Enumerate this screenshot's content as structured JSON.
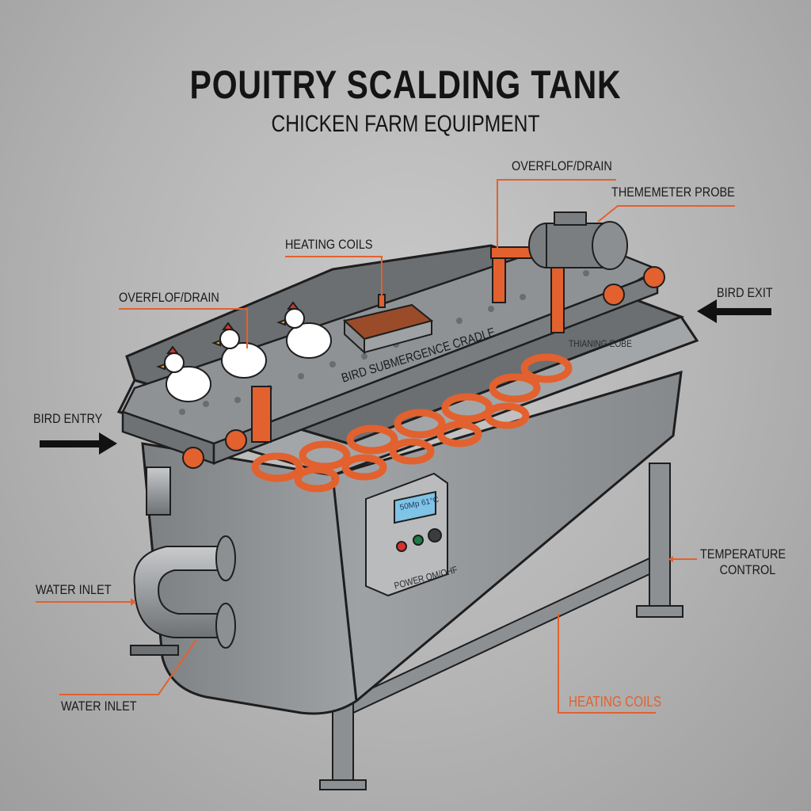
{
  "header": {
    "title": "POUITRY SCALDING TANK",
    "subtitle": "CHICKEN FARM EQUIPMENT"
  },
  "labels": {
    "overflow_drain_top": "OVERFLOF/DRAIN",
    "thermometer_probe": "THEMEMETER PROBE",
    "heating_coils_top": "HEATING COILS",
    "overflow_drain_left": "OVERFLOF/DRAIN",
    "bird_exit": "BIRD EXIT",
    "thaning_eobe": "THIANING EOBE",
    "bird_submergence_cradle": "BIRD SUBMERGENCE CRADLE",
    "bird_entry": "BIRD ENTRY",
    "temperature_control": [
      "TEMPERATURE",
      "CONTROL"
    ],
    "water_inlet_upper": "WATER INLET",
    "water_inlet_lower": "WATER INLET",
    "heating_coils_bottom": "HEATING COILS"
  },
  "control_panel": {
    "display": "50Mp 61°C",
    "power_label": "POWER OM/OHF",
    "buttons": [
      "red",
      "green",
      "dial"
    ]
  },
  "colors": {
    "accent_orange": "#e2612e",
    "tank_gray": "#8e9194",
    "background": "#bdbdbd",
    "text": "#1a1a1a",
    "display_blue": "#7fc3e6"
  }
}
